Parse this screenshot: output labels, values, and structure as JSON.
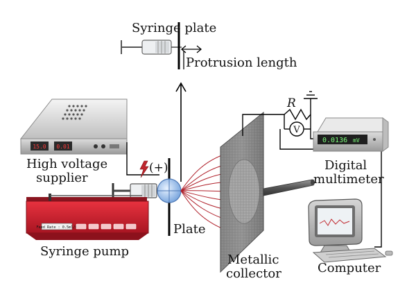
{
  "labels": {
    "syringe_plate": "Syringe plate",
    "protrusion_length": "Protrusion length",
    "resistor": "R",
    "voltmeter": "V",
    "polarity": "(+)",
    "hv_line1": "High voltage",
    "hv_line2": "supplier",
    "digital_line1": "Digital",
    "digital_line2": "multimeter",
    "plate": "Plate",
    "syringe_pump": "Syringe pump",
    "collector_line1": "Metallic",
    "collector_line2": "collector",
    "computer": "Computer"
  },
  "devices": {
    "hv_display_left": "15.0",
    "hv_display_right": "0.01",
    "multimeter_reading": "0.0136",
    "multimeter_unit": "mV",
    "pump_feed_rate": "Feed Rate : 0.5ml/h"
  },
  "colors": {
    "pump_red": "#d8202f",
    "display_bg": "#2a2a2a",
    "display_text_red": "#ff3b3b",
    "display_text_green": "#7dff7d",
    "fiber_red": "#b0202a",
    "taylor_cone_blue": "#8fb8e8"
  }
}
